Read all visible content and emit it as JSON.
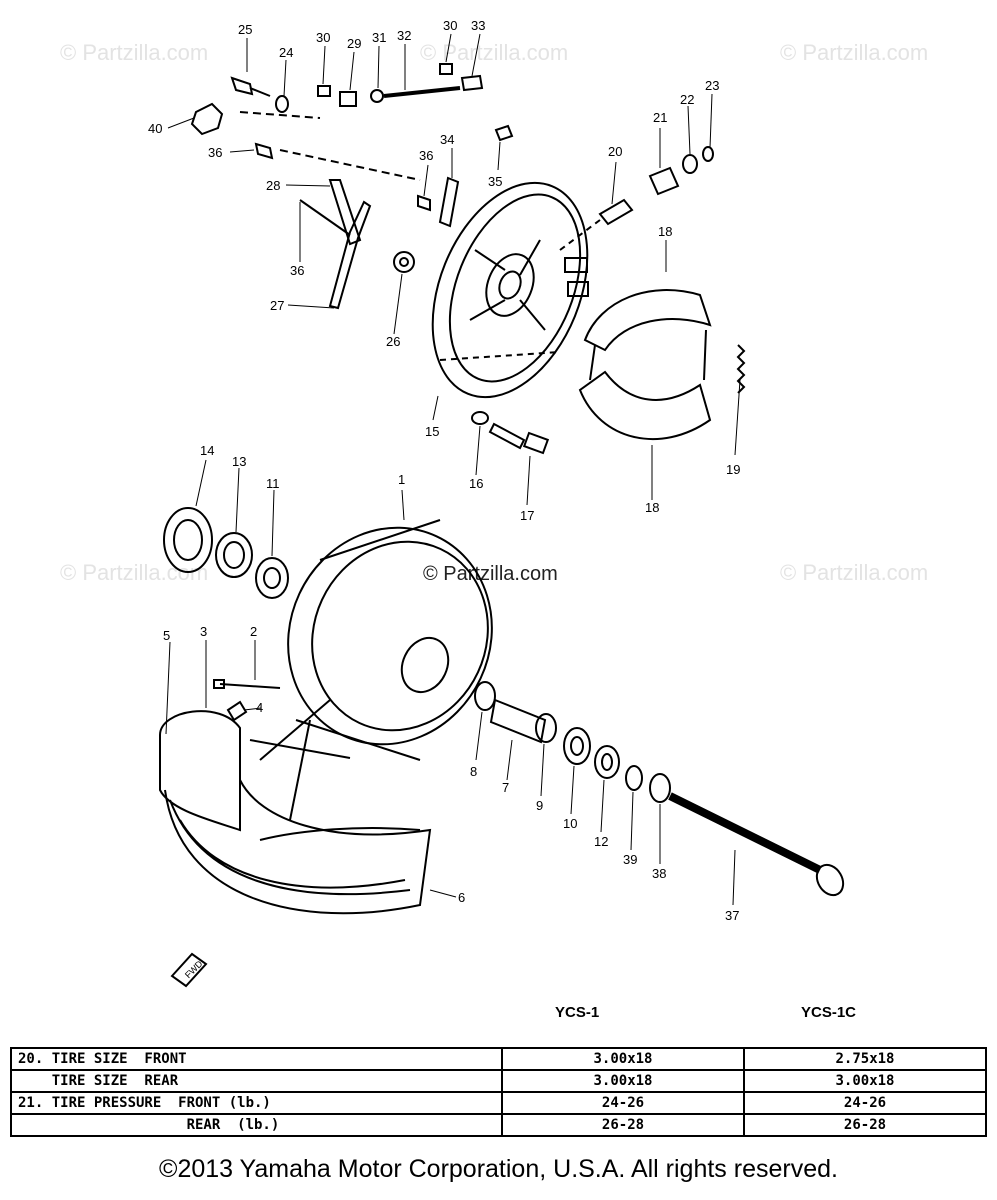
{
  "watermarks": {
    "text": "© Partzilla.com",
    "center_text": "© Partzilla.com"
  },
  "callouts": [
    "1",
    "2",
    "3",
    "4",
    "5",
    "6",
    "7",
    "8",
    "9",
    "10",
    "11",
    "12",
    "13",
    "14",
    "15",
    "16",
    "17",
    "18",
    "18",
    "19",
    "20",
    "21",
    "22",
    "23",
    "24",
    "25",
    "26",
    "27",
    "28",
    "29",
    "30",
    "30",
    "31",
    "32",
    "33",
    "34",
    "35",
    "36",
    "36",
    "36",
    "37",
    "38",
    "39",
    "40"
  ],
  "fwd_label": "FWD",
  "columns": [
    "YCS-1",
    "YCS-1C"
  ],
  "table": {
    "rows": [
      {
        "label": "20. TIRE SIZE  FRONT",
        "v1": "3.00x18",
        "v2": "2.75x18"
      },
      {
        "label": "    TIRE SIZE  REAR",
        "v1": "3.00x18",
        "v2": "3.00x18"
      },
      {
        "label": "21. TIRE PRESSURE  FRONT (lb.)",
        "v1": "24-26",
        "v2": "24-26"
      },
      {
        "label": "                    REAR  (lb.)",
        "v1": "26-28",
        "v2": "26-28"
      }
    ]
  },
  "footer": "©2013 Yamaha Motor Corporation, U.S.A. All rights reserved."
}
